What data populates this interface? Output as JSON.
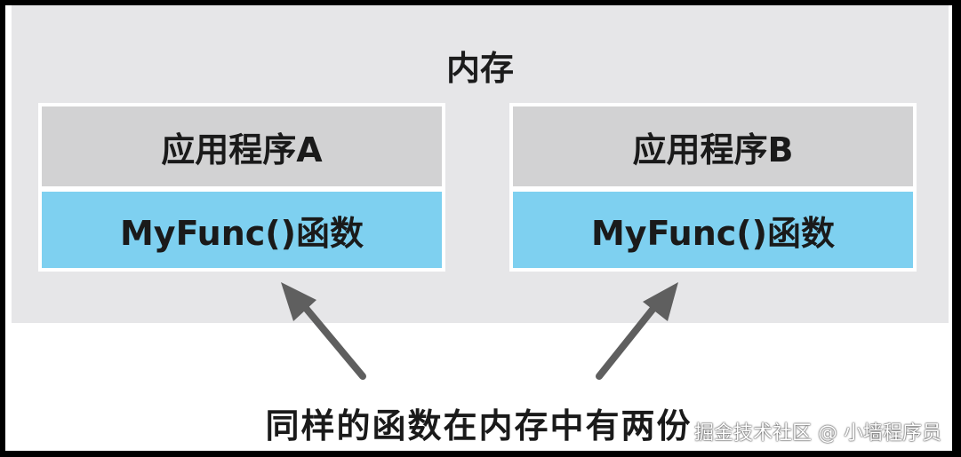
{
  "memory": {
    "title": "内存"
  },
  "apps": [
    {
      "name": "应用程序A",
      "func": "MyFunc()函数"
    },
    {
      "name": "应用程序B",
      "func": "MyFunc()函数"
    }
  ],
  "caption": "同样的函数在内存中有两份",
  "watermark": "掘金技术社区 @ 小墙程序员",
  "colors": {
    "memory_bg": "#e6e6e8",
    "header_bg": "#d2d2d3",
    "func_bg": "#7ed0f0",
    "arrow": "#5f5f5f"
  }
}
